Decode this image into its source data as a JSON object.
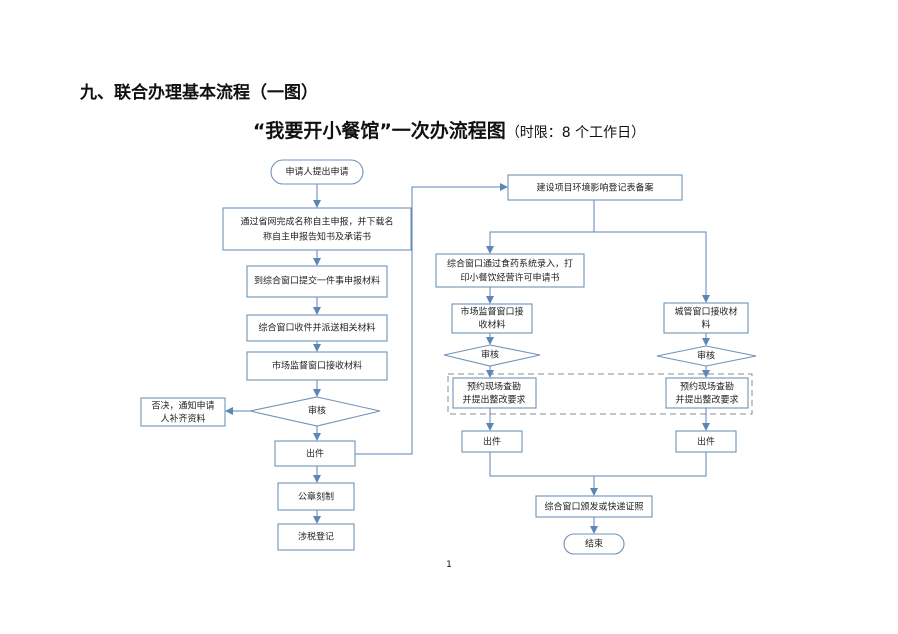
{
  "section_heading": "九、联合办理基本流程（一图）",
  "title_main": "“我要开小餐馆”一次办流程图",
  "title_sub": "（时限：8 个工作日）",
  "nodes": {
    "start": "申请人提出申请",
    "online_apply": [
      "通过省网完成名称自主申报，并下载名",
      "称自主申报告知书及承诺书"
    ],
    "submit_window": "到综合窗口提交一件事申报材料",
    "receive_dispatch": "综合窗口收件并派送相关材料",
    "market_receive": "市场监督窗口接收材料",
    "review_left": "审核",
    "reject": [
      "否决，通知申请",
      "人补齐资料"
    ],
    "issue_left": "出件",
    "seal": "公章刻制",
    "tax": "涉税登记",
    "env_record": "建设项目环境影响登记表备案",
    "food_system": [
      "综合窗口通过食药系统录入，打",
      "印小餐饮经营许可申请书"
    ],
    "market_receive2": [
      "市场监督窗口接",
      "收材料"
    ],
    "fire_receive": [
      "城管窗口接收材",
      "料"
    ],
    "review_mid": "审核",
    "review_right": "审核",
    "inspect_mid": [
      "预约现场查勘",
      "并提出整改要求"
    ],
    "inspect_right": [
      "预约现场查勘",
      "并提出整改要求"
    ],
    "issue_mid": "出件",
    "issue_right": "出件",
    "final_issue": "综合窗口颁发或快递证照",
    "end": "结束"
  },
  "page_number": "1"
}
